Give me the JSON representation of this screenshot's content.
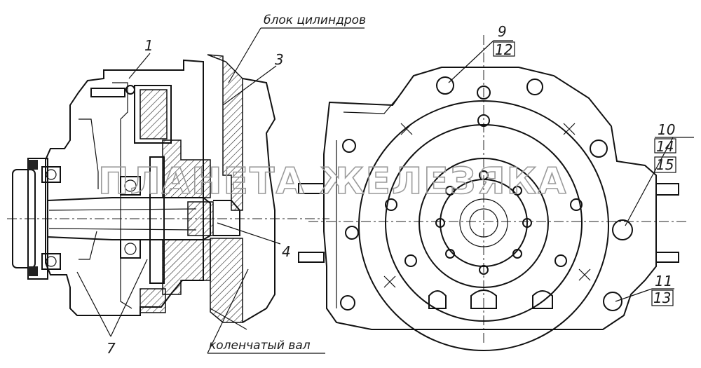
{
  "captions": {
    "cylinder_block": "блок цилиндров",
    "crankshaft": "коленчатый вал"
  },
  "watermark": "ПЛАНЕТА ЖЕЛЕЗЯКА",
  "callouts": {
    "c1": "1",
    "c3": "3",
    "c4": "4",
    "c7": "7",
    "c9": "9",
    "c12": "12",
    "c10": "10",
    "c14": "14",
    "c15": "15",
    "c11": "11",
    "c13": "13"
  }
}
